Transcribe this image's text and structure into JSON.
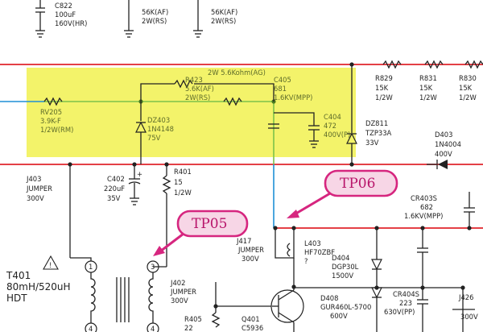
{
  "colors": {
    "highlight": "#f3f36a",
    "hv_line": "#e0242c",
    "signal_line": "#1f8fd6",
    "green_line": "#7cc24a",
    "callout": "#d6267f",
    "callout_fill": "#f7d6e6"
  },
  "components": {
    "c822": [
      "C822",
      "100uF",
      "160V(HR)"
    ],
    "r_top1": [
      "56K(AF)",
      "2W(RS)"
    ],
    "r_top2": [
      "56K(AF)",
      "2W(RS)"
    ],
    "r2w": [
      "2W 5.6Kohm(AG)"
    ],
    "r423": [
      "R423",
      "5.6K(AF)",
      "2W(RS)"
    ],
    "c405": [
      "C405",
      "681",
      "1.6KV(MPP)"
    ],
    "rv205": [
      "RV205",
      "3.9K-F",
      "1/2W(RM)"
    ],
    "dz403": [
      "DZ403",
      "1N4148",
      "75V"
    ],
    "c404": [
      "C404",
      "472",
      "400V(P)"
    ],
    "r829": [
      "R829",
      "15K",
      "1/2W"
    ],
    "r831": [
      "R831",
      "15K",
      "1/2W"
    ],
    "r830": [
      "R830",
      "15K",
      "1/2W"
    ],
    "dz811": [
      "DZ811",
      "TZP33A",
      "33V"
    ],
    "d403": [
      "D403",
      "1N4004",
      "400V"
    ],
    "j403": [
      "J403",
      "JUMPER",
      "300V"
    ],
    "c402": [
      "C402",
      "220uF",
      "35V"
    ],
    "r401": [
      "R401",
      "15",
      "1/2W"
    ],
    "cr403s": [
      "CR403S",
      "682",
      "1.6KV(MPP)"
    ],
    "j417": [
      "J417",
      "JUMPER",
      "300V"
    ],
    "l403": [
      "L403",
      "HF70ZBF",
      "?"
    ],
    "t401": [
      "T401",
      "80mH/520uH",
      "HDT"
    ],
    "j402": [
      "J402",
      "JUMPER",
      "300V"
    ],
    "d404": [
      "D404",
      "DGP30L",
      "1500V"
    ],
    "d408": [
      "D408",
      "GUR460L-5700",
      "600V"
    ],
    "cr404s": [
      "CR404S",
      "223",
      "630V(PP)"
    ],
    "r405": [
      "R405",
      "22"
    ],
    "q401": [
      "Q401",
      "C5936"
    ],
    "j426": [
      "J426",
      "300V"
    ]
  },
  "callouts": {
    "tp06": "TP06",
    "tp05": "TP05"
  },
  "pin_labels": {
    "t401_pin1": "1",
    "t401_pin3": "3",
    "t401_pin4a": "4",
    "t401_pin4b": "4"
  }
}
